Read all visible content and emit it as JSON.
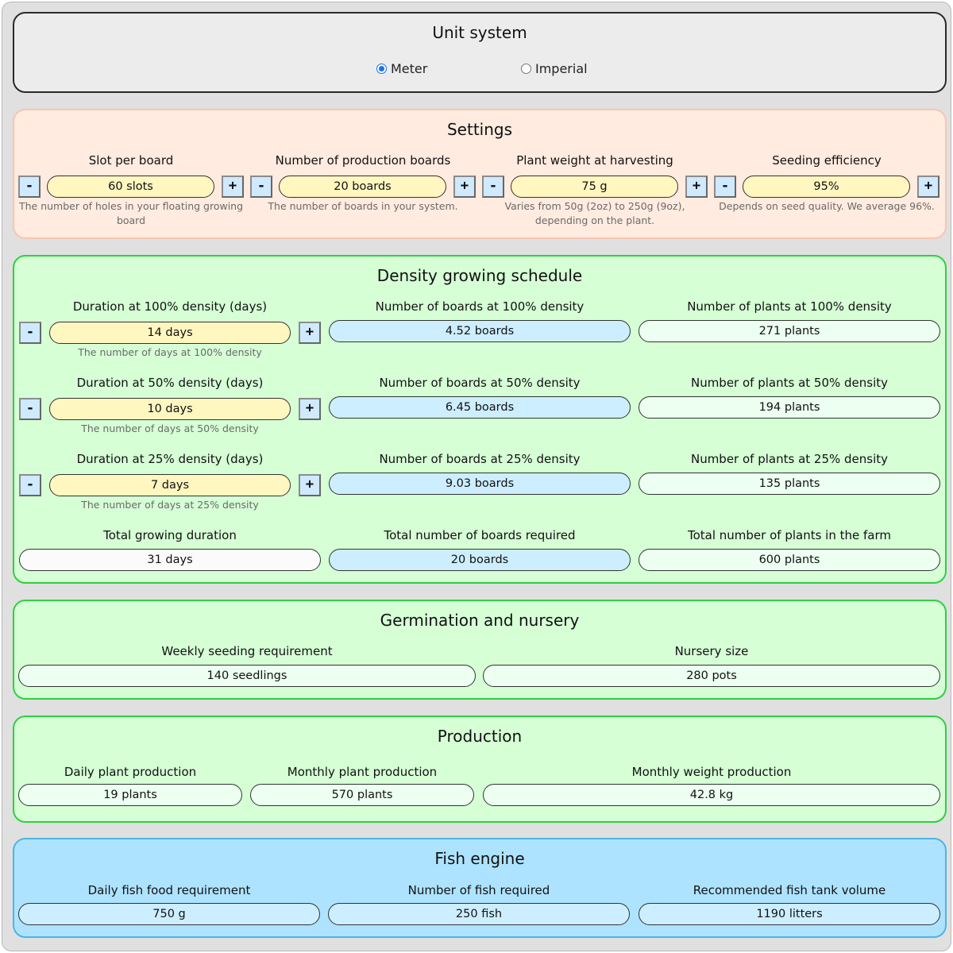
{
  "unit_system": {
    "title": "Unit system",
    "options": [
      {
        "label": "Meter",
        "selected": true
      },
      {
        "label": "Imperial",
        "selected": false
      }
    ]
  },
  "settings": {
    "title": "Settings",
    "fields": [
      {
        "label": "Slot per board",
        "value": "60 slots",
        "hint": "The number of holes in your floating growing board"
      },
      {
        "label": "Number of production boards",
        "value": "20 boards",
        "hint": "The number of boards in your system."
      },
      {
        "label": "Plant weight at harvesting",
        "value": "75 g",
        "hint": "Varies from 50g (2oz) to 250g (9oz), depending on the plant."
      },
      {
        "label": "Seeding efficiency",
        "value": "95%",
        "hint": "Depends on seed quality. We average 96%."
      }
    ],
    "minus": "-",
    "plus": "+"
  },
  "density": {
    "title": "Density growing schedule",
    "rows": [
      {
        "duration_label": "Duration at 100% density (days)",
        "duration_value": "14 days",
        "duration_hint": "The number of days at 100% density",
        "boards_label": "Number of boards at 100% density",
        "boards_value": "4.52 boards",
        "plants_label": "Number of plants at 100% density",
        "plants_value": "271 plants"
      },
      {
        "duration_label": "Duration at 50% density (days)",
        "duration_value": "10 days",
        "duration_hint": "The number of days at 50% density",
        "boards_label": "Number of boards at 50% density",
        "boards_value": "6.45 boards",
        "plants_label": "Number of plants at 50% density",
        "plants_value": "194 plants"
      },
      {
        "duration_label": "Duration at 25% density (days)",
        "duration_value": "7 days",
        "duration_hint": "The number of days at 25% density",
        "boards_label": "Number of boards at 25% density",
        "boards_value": "9.03 boards",
        "plants_label": "Number of plants at 25% density",
        "plants_value": "135 plants"
      }
    ],
    "totals": {
      "duration_label": "Total growing duration",
      "duration_value": "31 days",
      "boards_label": "Total number of boards required",
      "boards_value": "20 boards",
      "plants_label": "Total number of plants in the farm",
      "plants_value": "600 plants"
    }
  },
  "germination": {
    "title": "Germination and nursery",
    "weekly_label": "Weekly seeding requirement",
    "weekly_value": "140 seedlings",
    "nursery_label": "Nursery size",
    "nursery_value": "280 pots"
  },
  "production": {
    "title": "Production",
    "daily_label": "Daily plant production",
    "daily_value": "19 plants",
    "monthly_label": "Monthly plant production",
    "monthly_value": "570 plants",
    "weight_label": "Monthly weight production",
    "weight_value": "42.8 kg"
  },
  "fish": {
    "title": "Fish engine",
    "food_label": "Daily fish food requirement",
    "food_value": "750 g",
    "count_label": "Number of fish required",
    "count_value": "250 fish",
    "tank_label": "Recommended fish tank volume",
    "tank_value": "1190 litters"
  }
}
